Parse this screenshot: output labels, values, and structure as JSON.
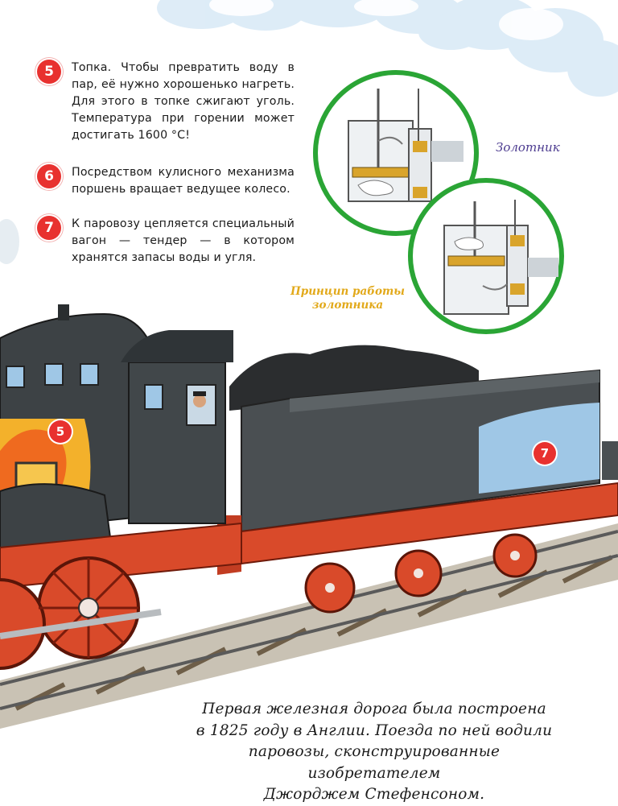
{
  "items": [
    {
      "number": "5",
      "text": "Топка. Чтобы превратить воду в пар, её нужно хорошенько нагреть. Для этого в топке сжигают уголь. Температура при горении может достигать 1600 °С!"
    },
    {
      "number": "6",
      "text": "Посредством кулисного механизма поршень вращает ведущее колесо."
    },
    {
      "number": "7",
      "text": "К паровозу цепляется специальный вагон — тендер — в котором хранятся запасы воды и угля."
    }
  ],
  "captions": {
    "slide_valve": "Золотник",
    "principle_line1": "Принцип работы",
    "principle_line2": "золотника"
  },
  "markers": {
    "firebox": "5",
    "tender": "7"
  },
  "fact": {
    "line1": "Первая железная дорога была построена",
    "line2": "в 1825 году в Англии. Поезда по ней водили",
    "line3": "паровозы, сконструированные изобретателем",
    "line4": "Джорджем Стефенсоном."
  },
  "colors": {
    "badge": "#e8312f",
    "circle": "#2aa535",
    "locomotive": "#3d4245",
    "frame": "#d94a2a"
  }
}
